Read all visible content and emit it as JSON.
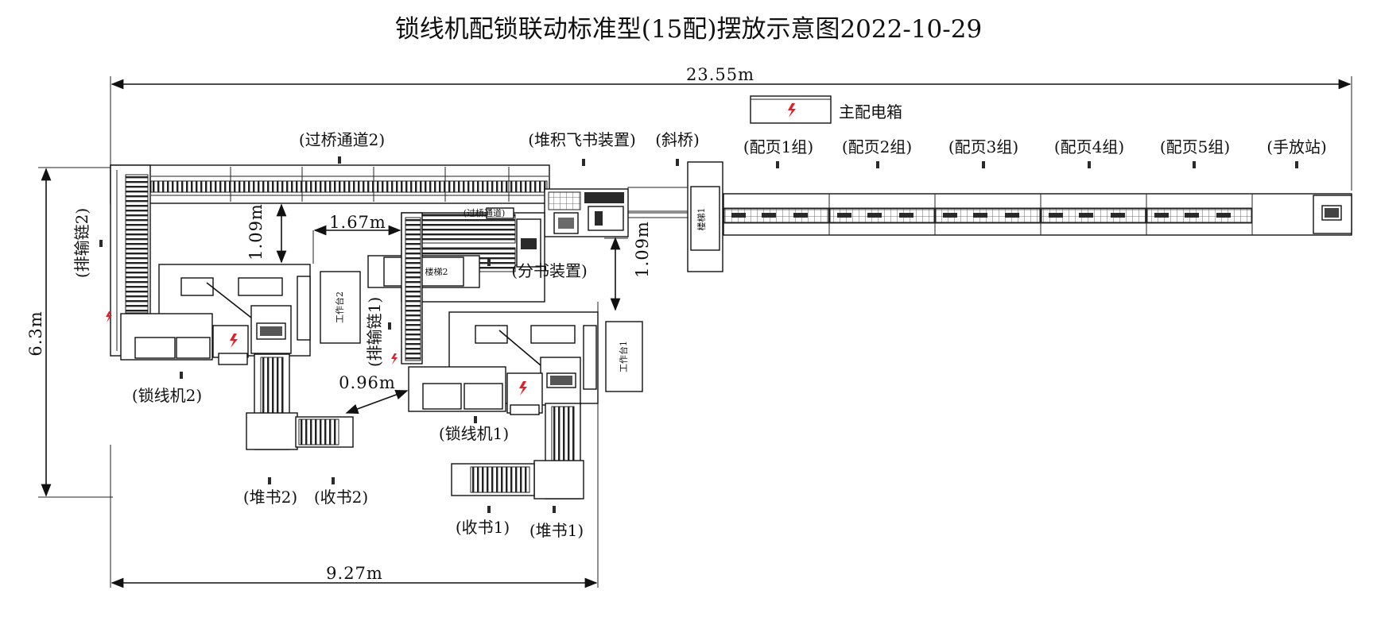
{
  "title": "锁线机配锁联动标准型(15配)摆放示意图2022-10-29",
  "dimensions": {
    "total_length": "23.55m",
    "height": "6.3m",
    "bottom_width": "9.27m",
    "gap_h": "1.67m",
    "gap_v_left": "1.09m",
    "gap_v_right": "1.09m",
    "gap_small": "0.96m"
  },
  "labels": {
    "main_panel": "主配电箱",
    "bridge2": "(过桥通道2)",
    "bridge_small": "(过桥通道)",
    "stack_fly": "(堆积飞书装置)",
    "slope_bridge": "(斜桥)",
    "g1": "(配页1组)",
    "g2": "(配页2组)",
    "g3": "(配页3组)",
    "g4": "(配页4组)",
    "g5": "(配页5组)",
    "manual": "(手放站)",
    "split": "(分书装置)",
    "conveyor2": "(排输链2)",
    "conveyor1": "(排输链1)",
    "sewing2": "(锁线机2)",
    "sewing1": "(锁线机1)",
    "stack2": "(堆书2)",
    "receive2": "(收书2)",
    "receive1": "(收书1)",
    "stack1": "(堆书1)",
    "stair1": "楼梯1",
    "stair2": "楼梯2",
    "bench1": "工作台1",
    "bench2": "工作台2"
  },
  "colors": {
    "line": "#111111",
    "electric": "#e0202a"
  }
}
